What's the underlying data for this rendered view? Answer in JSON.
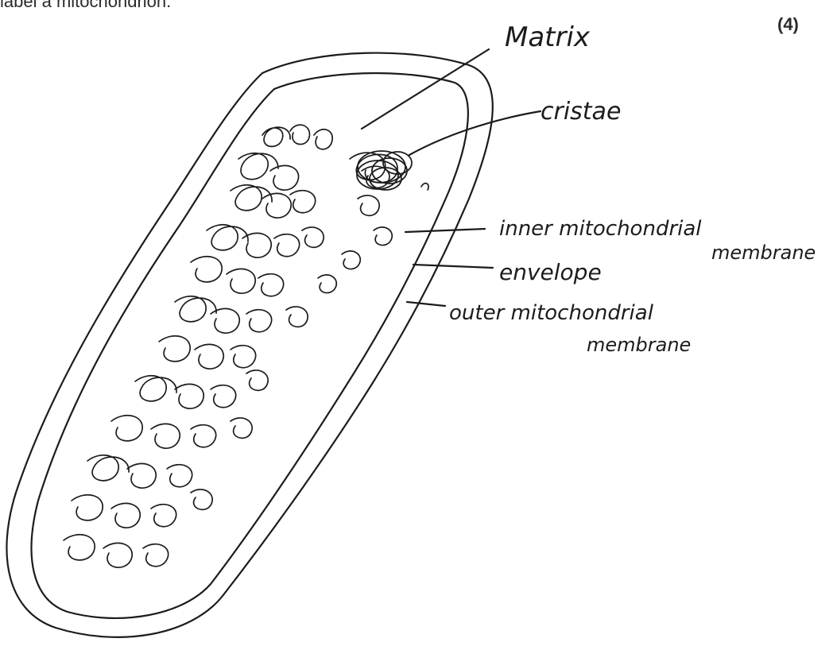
{
  "question": {
    "text": "label a mitochondrion.",
    "marks": "(4)"
  },
  "labels": {
    "matrix": "Matrix",
    "cristae": "cristae",
    "inner_line1": "inner mitochondrial",
    "inner_line2": "membrane",
    "envelope": "envelope",
    "outer_line1": "outer mitochondrial",
    "outer_line2": "membrane"
  },
  "colors": {
    "ink": "#1c1c1c",
    "paper": "#ffffff"
  }
}
